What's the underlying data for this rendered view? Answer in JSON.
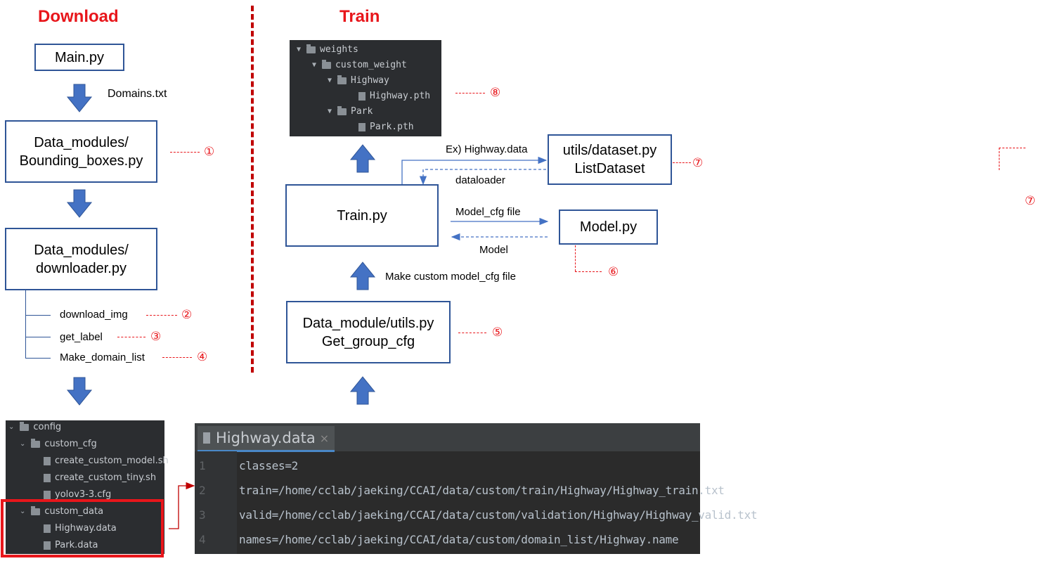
{
  "headings": {
    "download": "Download",
    "train": "Train"
  },
  "download": {
    "main_box": "Main.py",
    "domains_label": "Domains.txt",
    "bbox_box": [
      "Data_modules/",
      "Bounding_boxes.py"
    ],
    "downloader_box": [
      "Data_modules/",
      "downloader.py"
    ],
    "functions": [
      "download_img",
      "get_label",
      "Make_domain_list"
    ]
  },
  "train": {
    "train_box": "Train.py",
    "dataset_box": [
      "utils/dataset.py",
      "ListDataset"
    ],
    "model_box": "Model.py",
    "utils_box": [
      "Data_module/utils.py",
      "Get_group_cfg"
    ],
    "ex_label": "Ex) Highway.data",
    "dataloader_label": "dataloader",
    "model_cfg_label": "Model_cfg file",
    "model_label": "Model",
    "make_cfg_label": "Make custom model_cfg file"
  },
  "markers": {
    "m1": "①",
    "m2": "②",
    "m3": "③",
    "m4": "④",
    "m5": "⑤",
    "m6": "⑥",
    "m7": "⑦",
    "m7b": "⑦",
    "m8": "⑧"
  },
  "weights_tree": [
    "weights",
    "custom_weight",
    "Highway",
    "Highway.pth",
    "Park",
    "Park.pth"
  ],
  "config_tree": [
    "config",
    "custom_cfg",
    "create_custom_model.sh",
    "create_custom_tiny.sh",
    "yolov3-3.cfg",
    "custom_data",
    "Highway.data",
    "Park.data"
  ],
  "editor": {
    "tab_title": "Highway.data",
    "tab_close": "×",
    "line_numbers": [
      "1",
      "2",
      "3",
      "4"
    ],
    "lines": [
      "classes=2",
      "train=/home/cclab/jaeking/CCAI/data/custom/train/Highway/Highway_train.txt",
      "valid=/home/cclab/jaeking/CCAI/data/custom/validation/Highway/Highway_valid.txt",
      "names=/home/cclab/jaeking/CCAI/data/custom/domain_list/Highway.name"
    ]
  },
  "colors": {
    "accent_red": "#e8161b",
    "box_border": "#2f5597",
    "arrow_fill": "#4472c4",
    "divider": "#c00000",
    "panel_bg": "#2b2d30"
  }
}
